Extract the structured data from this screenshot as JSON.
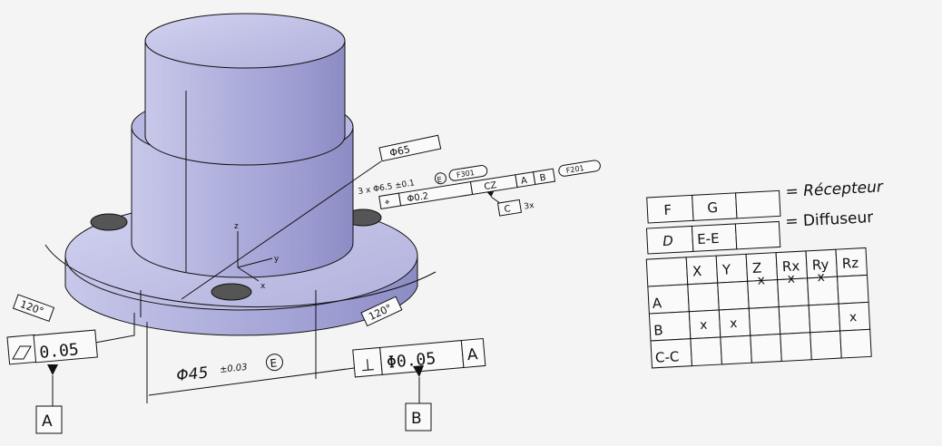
{
  "model": {
    "flatness": {
      "symbol": "flatness-parallelogram",
      "tolerance": "0.05",
      "datum_label": "A"
    },
    "perpendicularity": {
      "symbol": "perpendicular",
      "tolerance": "Φ0.05",
      "datum_ref": "A",
      "datum_label": "B"
    },
    "diameter_dim": {
      "value": "Φ45",
      "tolerance": "±0.03",
      "modifier": "E"
    },
    "angle_left": "120°",
    "angle_right": "120°",
    "diameter_65": "Φ65",
    "hole_pattern": {
      "callout": "3 x Φ6.5 ±0.1",
      "modifier": "E",
      "note1": "F301",
      "position_tolerance": "Φ0.2",
      "datum_cz": "CZ",
      "datum_a": "A",
      "datum_b": "B",
      "note2": "F201",
      "datum_label": "C",
      "datum_suffix": "3x"
    },
    "axis_labels": {
      "x": "x",
      "y": "y",
      "z": "z"
    }
  },
  "legend": {
    "recepteur": {
      "cells": [
        "F",
        "G",
        ""
      ],
      "label": "= Récepteur"
    },
    "diffuseur": {
      "cells": [
        "D",
        "E-E",
        ""
      ],
      "label": "= Diffuseur"
    }
  },
  "dof_table": {
    "headers": [
      "",
      "X",
      "Y",
      "Z",
      "Rx",
      "Ry",
      "Rz"
    ],
    "rows": [
      {
        "label": "A",
        "cells": [
          "",
          "",
          "x",
          "x",
          "x",
          ""
        ]
      },
      {
        "label": "B",
        "cells": [
          "x",
          "x",
          "",
          "",
          "",
          "x"
        ]
      },
      {
        "label": "C-C",
        "cells": [
          "",
          "",
          "",
          "",
          "",
          ""
        ]
      }
    ]
  }
}
